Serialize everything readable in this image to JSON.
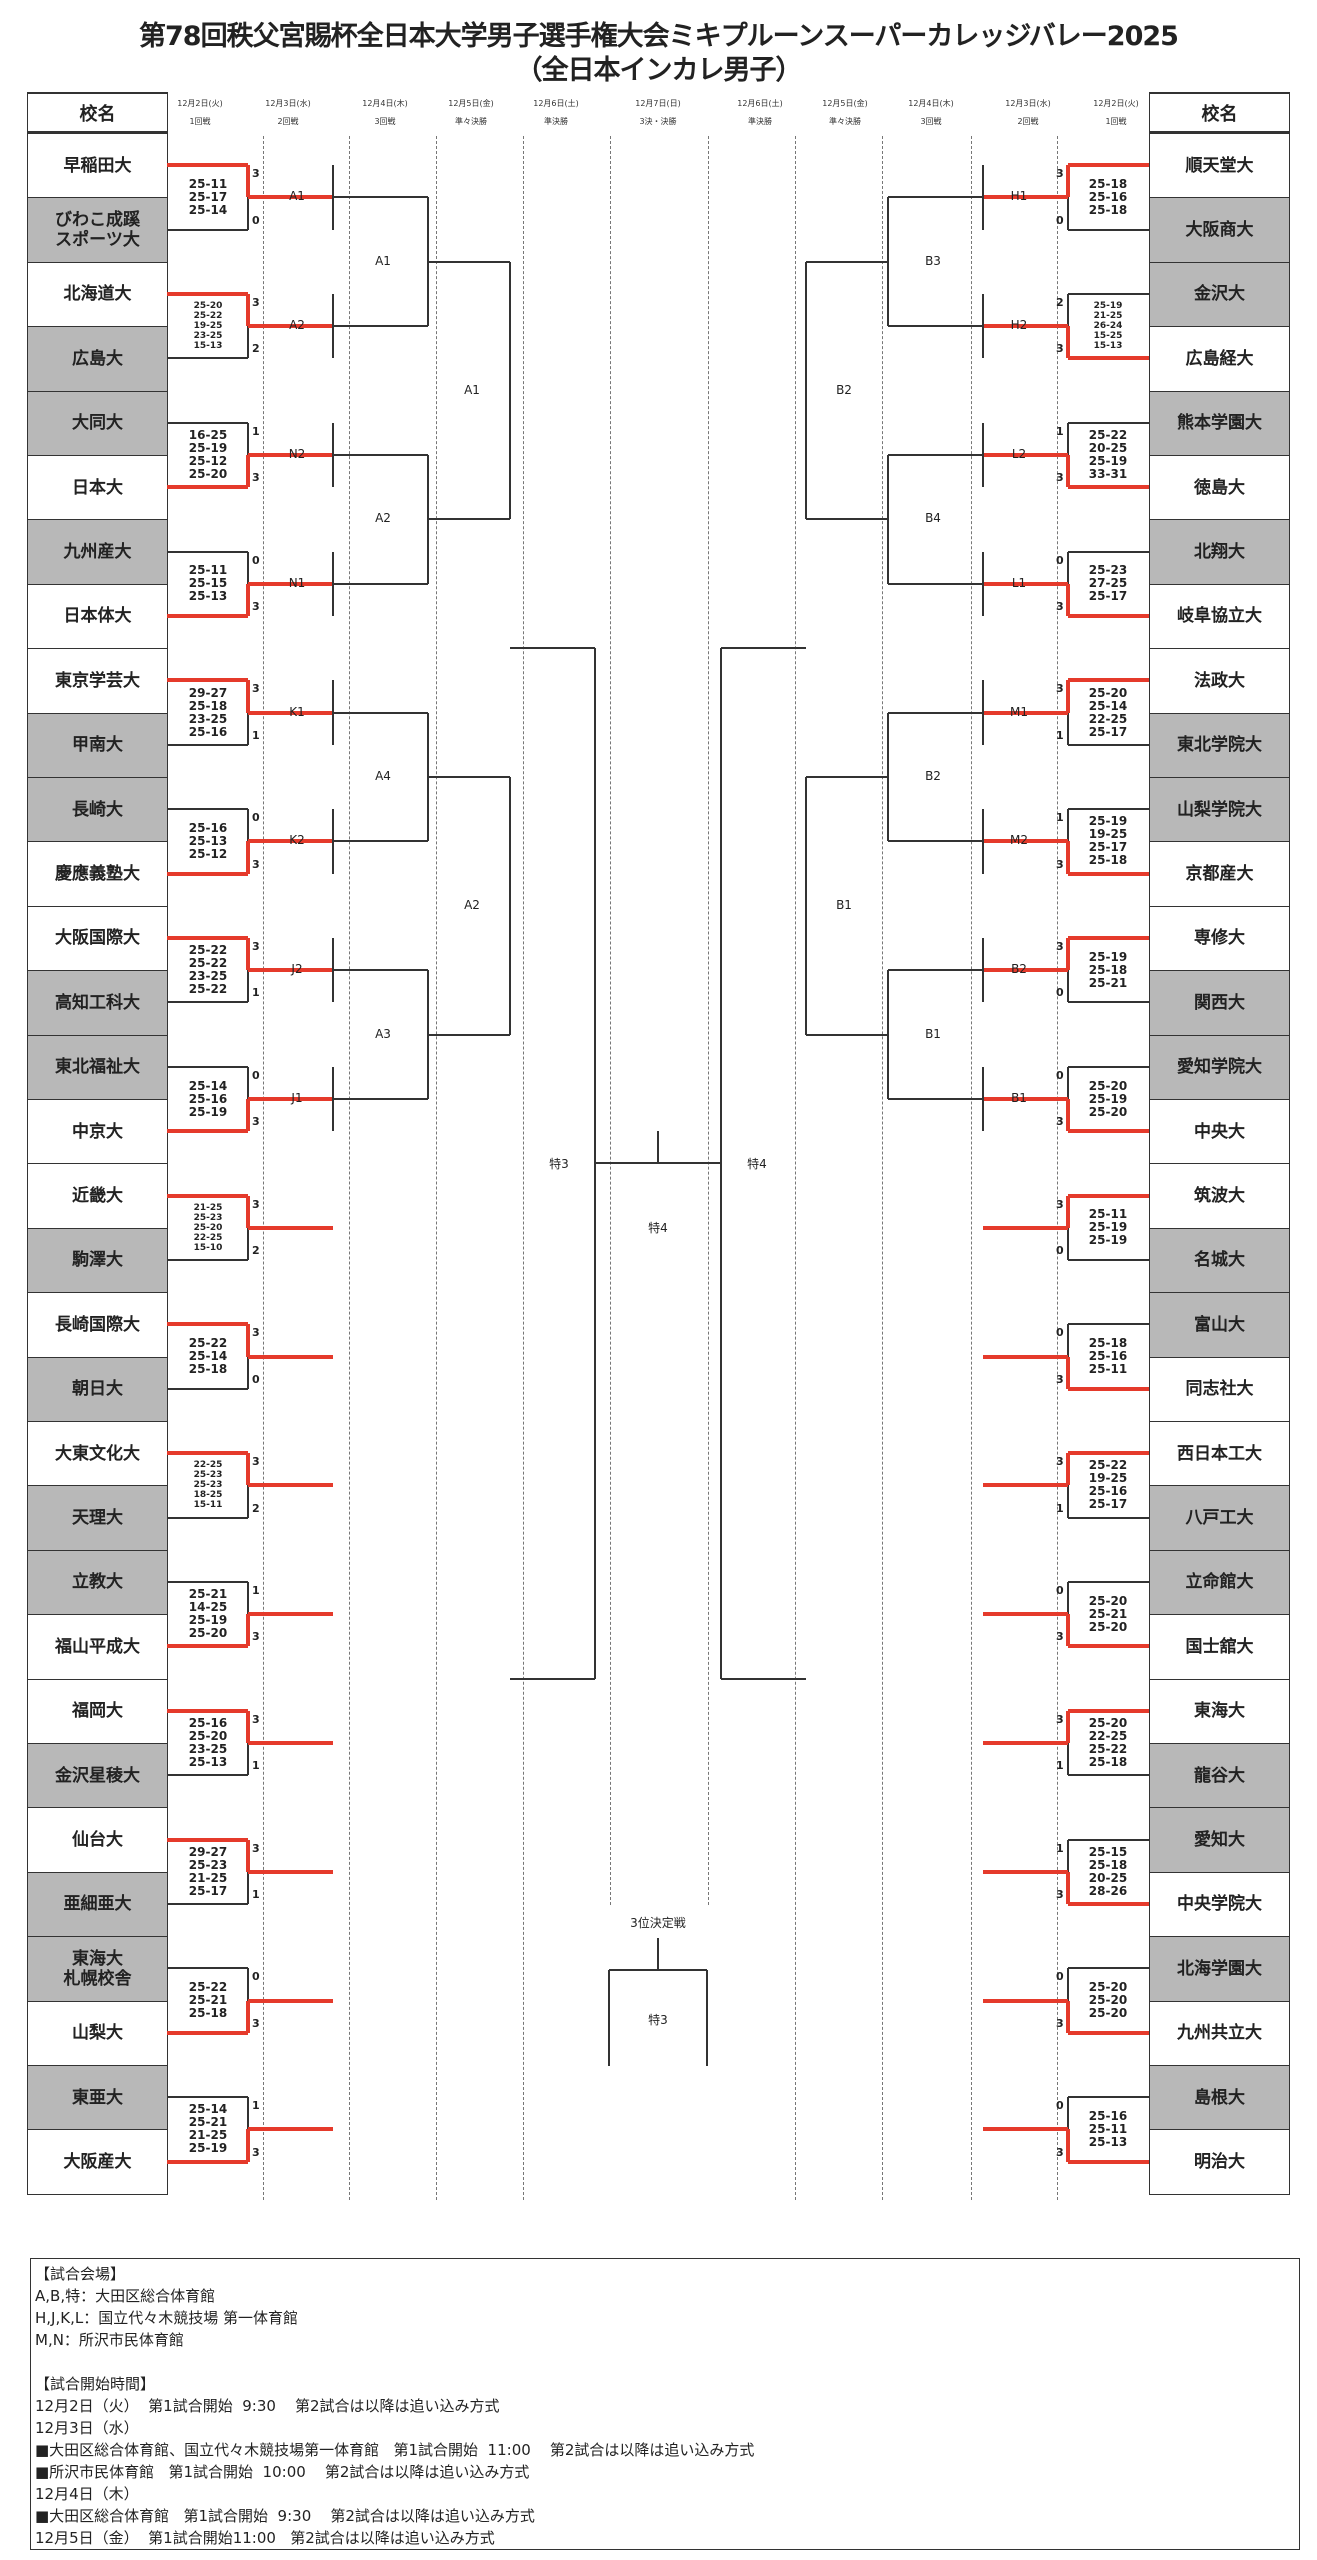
{
  "title": "第78回秩父宮賜杯全日本大学男子選手権大会ミキプルーンスーパーカレッジバレー2025",
  "subtitle": "（全日本インカレ男子）",
  "header": {
    "school_label": "校名",
    "columns": [
      {
        "date": "12月2日(火)",
        "round": "1回戦"
      },
      {
        "date": "12月3日(水)",
        "round": "2回戦"
      },
      {
        "date": "12月4日(木)",
        "round": "3回戦"
      },
      {
        "date": "12月5日(金)",
        "round": "準々決勝"
      },
      {
        "date": "12月6日(土)",
        "round": "準決勝"
      },
      {
        "date": "12月7日(日)",
        "round": "3決・決勝"
      },
      {
        "date": "12月6日(土)",
        "round": "準決勝"
      },
      {
        "date": "12月5日(金)",
        "round": "準々決勝"
      },
      {
        "date": "12月4日(木)",
        "round": "3回戦"
      },
      {
        "date": "12月3日(水)",
        "round": "2回戦"
      },
      {
        "date": "12月2日(火)",
        "round": "1回戦"
      }
    ]
  },
  "colors": {
    "winner_line": "#e53a2b",
    "eliminated_bg": "#b8b8b8"
  },
  "left": {
    "teams": [
      "早稲田大",
      "びわこ成蹊\nスポーツ大",
      "北海道大",
      "広島大",
      "大同大",
      "日本大",
      "九州産大",
      "日本体大",
      "東京学芸大",
      "甲南大",
      "長崎大",
      "慶應義塾大",
      "大阪国際大",
      "高知工科大",
      "東北福祉大",
      "中京大",
      "近畿大",
      "駒澤大",
      "長崎国際大",
      "朝日大",
      "大東文化大",
      "天理大",
      "立教大",
      "福山平成大",
      "福岡大",
      "金沢星稜大",
      "仙台大",
      "亜細亜大",
      "東海大\n札幌校舎",
      "山梨大",
      "東亜大",
      "大阪産大"
    ],
    "matches": [
      {
        "score": [
          3,
          0
        ],
        "sets": [
          "25-11",
          "25-17",
          "25-14"
        ]
      },
      {
        "score": [
          3,
          2
        ],
        "sets": [
          "25-20",
          "25-22",
          "19-25",
          "23-25",
          "15-13"
        ]
      },
      {
        "score": [
          1,
          3
        ],
        "sets": [
          "16-25",
          "25-19",
          "25-12",
          "25-20"
        ]
      },
      {
        "score": [
          0,
          3
        ],
        "sets": [
          "25-11",
          "25-15",
          "25-13"
        ]
      },
      {
        "score": [
          3,
          1
        ],
        "sets": [
          "29-27",
          "25-18",
          "23-25",
          "25-16"
        ]
      },
      {
        "score": [
          0,
          3
        ],
        "sets": [
          "25-16",
          "25-13",
          "25-12"
        ]
      },
      {
        "score": [
          3,
          1
        ],
        "sets": [
          "25-22",
          "25-22",
          "23-25",
          "25-22"
        ]
      },
      {
        "score": [
          0,
          3
        ],
        "sets": [
          "25-14",
          "25-16",
          "25-19"
        ]
      },
      {
        "score": [
          3,
          2
        ],
        "sets": [
          "21-25",
          "25-23",
          "25-20",
          "22-25",
          "15-10"
        ]
      },
      {
        "score": [
          3,
          0
        ],
        "sets": [
          "25-22",
          "25-14",
          "25-18"
        ]
      },
      {
        "score": [
          3,
          2
        ],
        "sets": [
          "22-25",
          "25-23",
          "25-23",
          "18-25",
          "15-11"
        ]
      },
      {
        "score": [
          1,
          3
        ],
        "sets": [
          "25-21",
          "14-25",
          "25-19",
          "25-20"
        ]
      },
      {
        "score": [
          3,
          1
        ],
        "sets": [
          "25-16",
          "25-20",
          "23-25",
          "25-13"
        ]
      },
      {
        "score": [
          3,
          1
        ],
        "sets": [
          "29-27",
          "25-23",
          "21-25",
          "25-17"
        ]
      },
      {
        "score": [
          0,
          3
        ],
        "sets": [
          "25-22",
          "25-21",
          "25-18"
        ]
      },
      {
        "score": [
          1,
          3
        ],
        "sets": [
          "25-14",
          "25-21",
          "21-25",
          "25-19"
        ]
      }
    ],
    "round2_labels": [
      "A1",
      "A2",
      "N2",
      "N1",
      "K1",
      "K2",
      "J2",
      "J1"
    ],
    "round3_labels": [
      "A1",
      "A2",
      "A4",
      "A3"
    ],
    "quarterfinal_labels": [
      "A1",
      "A2"
    ],
    "semifinal_label": "特3"
  },
  "right": {
    "teams": [
      "順天堂大",
      "大阪商大",
      "金沢大",
      "広島経大",
      "熊本学園大",
      "徳島大",
      "北翔大",
      "岐阜協立大",
      "法政大",
      "東北学院大",
      "山梨学院大",
      "京都産大",
      "専修大",
      "関西大",
      "愛知学院大",
      "中央大",
      "筑波大",
      "名城大",
      "富山大",
      "同志社大",
      "西日本工大",
      "八戸工大",
      "立命館大",
      "国士舘大",
      "東海大",
      "龍谷大",
      "愛知大",
      "中央学院大",
      "北海学園大",
      "九州共立大",
      "島根大",
      "明治大"
    ],
    "matches": [
      {
        "score": [
          3,
          0
        ],
        "sets": [
          "25-18",
          "25-16",
          "25-18"
        ]
      },
      {
        "score": [
          2,
          3
        ],
        "sets": [
          "25-19",
          "21-25",
          "26-24",
          "15-25",
          "15-13"
        ]
      },
      {
        "score": [
          1,
          3
        ],
        "sets": [
          "25-22",
          "20-25",
          "25-19",
          "33-31"
        ]
      },
      {
        "score": [
          0,
          3
        ],
        "sets": [
          "25-23",
          "27-25",
          "25-17"
        ]
      },
      {
        "score": [
          3,
          1
        ],
        "sets": [
          "25-20",
          "25-14",
          "22-25",
          "25-17"
        ]
      },
      {
        "score": [
          1,
          3
        ],
        "sets": [
          "25-19",
          "19-25",
          "25-17",
          "25-18"
        ]
      },
      {
        "score": [
          3,
          0
        ],
        "sets": [
          "25-19",
          "25-18",
          "25-21"
        ]
      },
      {
        "score": [
          0,
          3
        ],
        "sets": [
          "25-20",
          "25-19",
          "25-20"
        ]
      },
      {
        "score": [
          3,
          0
        ],
        "sets": [
          "25-11",
          "25-19",
          "25-19"
        ]
      },
      {
        "score": [
          0,
          3
        ],
        "sets": [
          "25-18",
          "25-16",
          "25-11"
        ]
      },
      {
        "score": [
          3,
          1
        ],
        "sets": [
          "25-22",
          "19-25",
          "25-16",
          "25-17"
        ]
      },
      {
        "score": [
          0,
          3
        ],
        "sets": [
          "25-20",
          "25-21",
          "25-20"
        ]
      },
      {
        "score": [
          3,
          1
        ],
        "sets": [
          "25-20",
          "22-25",
          "25-22",
          "25-18"
        ]
      },
      {
        "score": [
          1,
          3
        ],
        "sets": [
          "25-15",
          "25-18",
          "20-25",
          "28-26"
        ]
      },
      {
        "score": [
          0,
          3
        ],
        "sets": [
          "25-20",
          "25-20",
          "25-20"
        ]
      },
      {
        "score": [
          0,
          3
        ],
        "sets": [
          "25-16",
          "25-11",
          "25-13"
        ]
      }
    ],
    "round2_labels": [
      "H1",
      "H2",
      "L2",
      "L1",
      "M1",
      "M2",
      "B2",
      "B1"
    ],
    "round3_labels": [
      "B3",
      "B4",
      "B2",
      "B1"
    ],
    "quarterfinal_labels": [
      "B2",
      "B1"
    ],
    "semifinal_label": "特4"
  },
  "final": {
    "label": "特4"
  },
  "third_place": {
    "title": "3位決定戦",
    "label": "特3"
  },
  "notes": [
    "【試合会場】",
    "A,B,特：大田区総合体育館",
    "H,J,K,L：国立代々木競技場 第一体育館",
    "M,N：所沢市民体育館",
    "",
    "【試合開始時間】",
    "12月2日（火）  第1試合開始  9:30    第2試合は以降は追い込み方式",
    "12月3日（水）",
    "■大田区総合体育館、国立代々木競技場第一体育館   第1試合開始  11:00    第2試合は以降は追い込み方式",
    "■所沢市民体育館   第1試合開始  10:00    第2試合は以降は追い込み方式",
    "12月4日（木）",
    "■大田区総合体育館   第1試合開始  9:30    第2試合は以降は追い込み方式",
    "12月5日（金）  第1試合開始11:00   第2試合は以降は追い込み方式"
  ]
}
